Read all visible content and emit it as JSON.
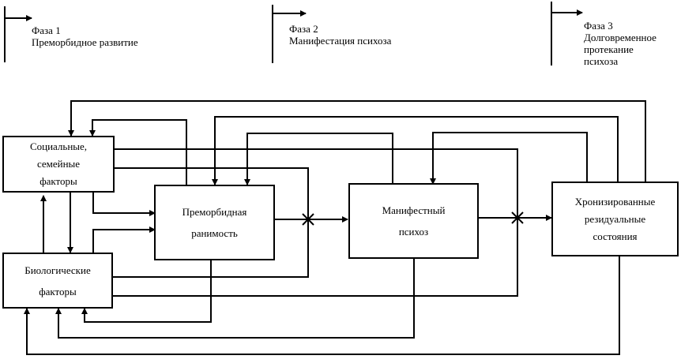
{
  "phases": [
    {
      "title": "Фаза 1",
      "lines": [
        "Преморбидное развитие"
      ]
    },
    {
      "title": "Фаза 2",
      "lines": [
        "Манифестация психоза"
      ]
    },
    {
      "title": "Фаза 3",
      "lines": [
        "Долговременное",
        "протекание",
        "психоза"
      ]
    }
  ],
  "boxes": {
    "social": {
      "lines": [
        "Социальные,",
        "семейные",
        "факторы"
      ]
    },
    "biological": {
      "lines": [
        "Биологические",
        "факторы"
      ]
    },
    "premorbid": {
      "lines": [
        "Преморбидная",
        "ранимость"
      ]
    },
    "manifest": {
      "lines": [
        "Манифестный",
        "психоз"
      ]
    },
    "chronic": {
      "lines": [
        "Хронизированные",
        "резидуальные",
        "состояния"
      ]
    }
  },
  "colors": {
    "line": "#000000",
    "background": "#ffffff"
  }
}
